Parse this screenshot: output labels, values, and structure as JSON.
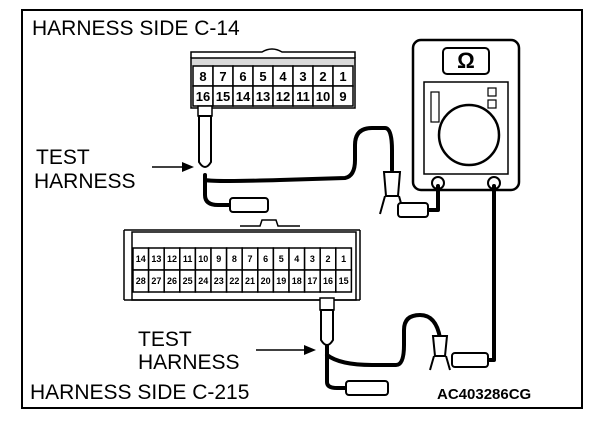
{
  "labels": {
    "top_title": "HARNESS SIDE C-14",
    "bottom_title": "HARNESS SIDE C-215",
    "test_harness_top": [
      "TEST",
      "HARNESS"
    ],
    "test_harness_bottom": [
      "TEST",
      "HARNESS"
    ],
    "figure_code": "AC403286CG"
  },
  "meter": {
    "unit_symbol": "Ω"
  },
  "connector_c14": {
    "row1": [
      "8",
      "7",
      "6",
      "5",
      "4",
      "3",
      "2",
      "1"
    ],
    "row2": [
      "16",
      "15",
      "14",
      "13",
      "12",
      "11",
      "10",
      "9"
    ]
  },
  "connector_c215": {
    "row1": [
      "14",
      "13",
      "12",
      "11",
      "10",
      "9",
      "8",
      "7",
      "6",
      "5",
      "4",
      "3",
      "2",
      "1"
    ],
    "row2": [
      "28",
      "27",
      "26",
      "25",
      "24",
      "23",
      "22",
      "21",
      "20",
      "19",
      "18",
      "17",
      "16",
      "15"
    ]
  }
}
